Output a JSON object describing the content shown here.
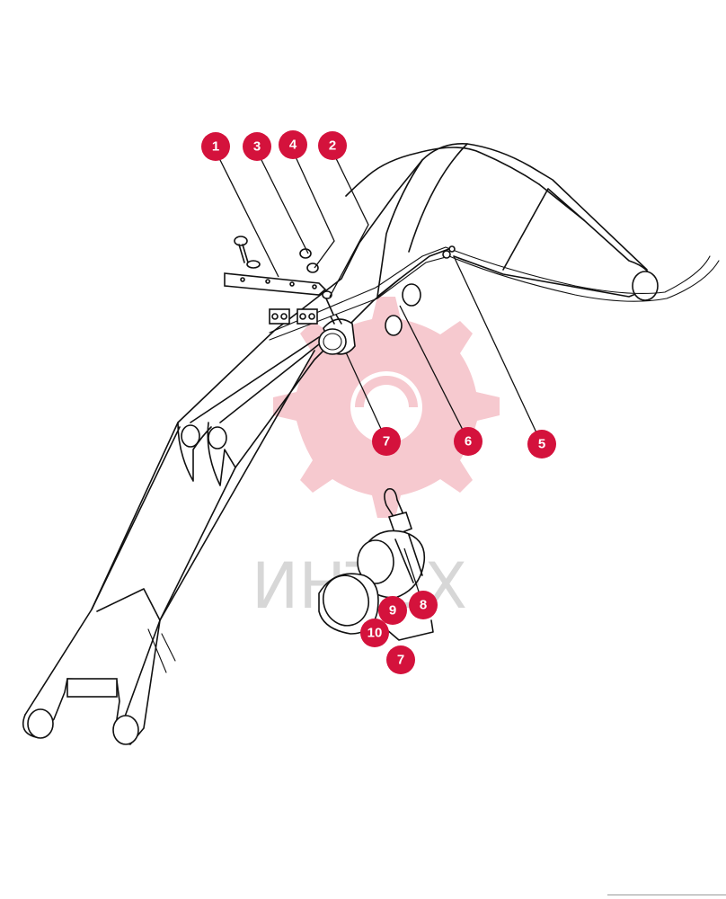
{
  "callouts": [
    {
      "id": "c1",
      "label": "1"
    },
    {
      "id": "c3",
      "label": "3"
    },
    {
      "id": "c4",
      "label": "4"
    },
    {
      "id": "c2",
      "label": "2"
    },
    {
      "id": "c7a",
      "label": "7"
    },
    {
      "id": "c6",
      "label": "6"
    },
    {
      "id": "c5",
      "label": "5"
    },
    {
      "id": "c8",
      "label": "8"
    },
    {
      "id": "c9",
      "label": "9"
    },
    {
      "id": "c10",
      "label": "10"
    },
    {
      "id": "c7b",
      "label": "7"
    }
  ],
  "watermark": {
    "text": "ИНТЕХ"
  },
  "colors": {
    "callout_fill": "#d4123c",
    "watermark_gear": "#f6c9cf",
    "line": "#111111",
    "background": "#ffffff"
  },
  "icons": [
    "gear-watermark-icon"
  ]
}
